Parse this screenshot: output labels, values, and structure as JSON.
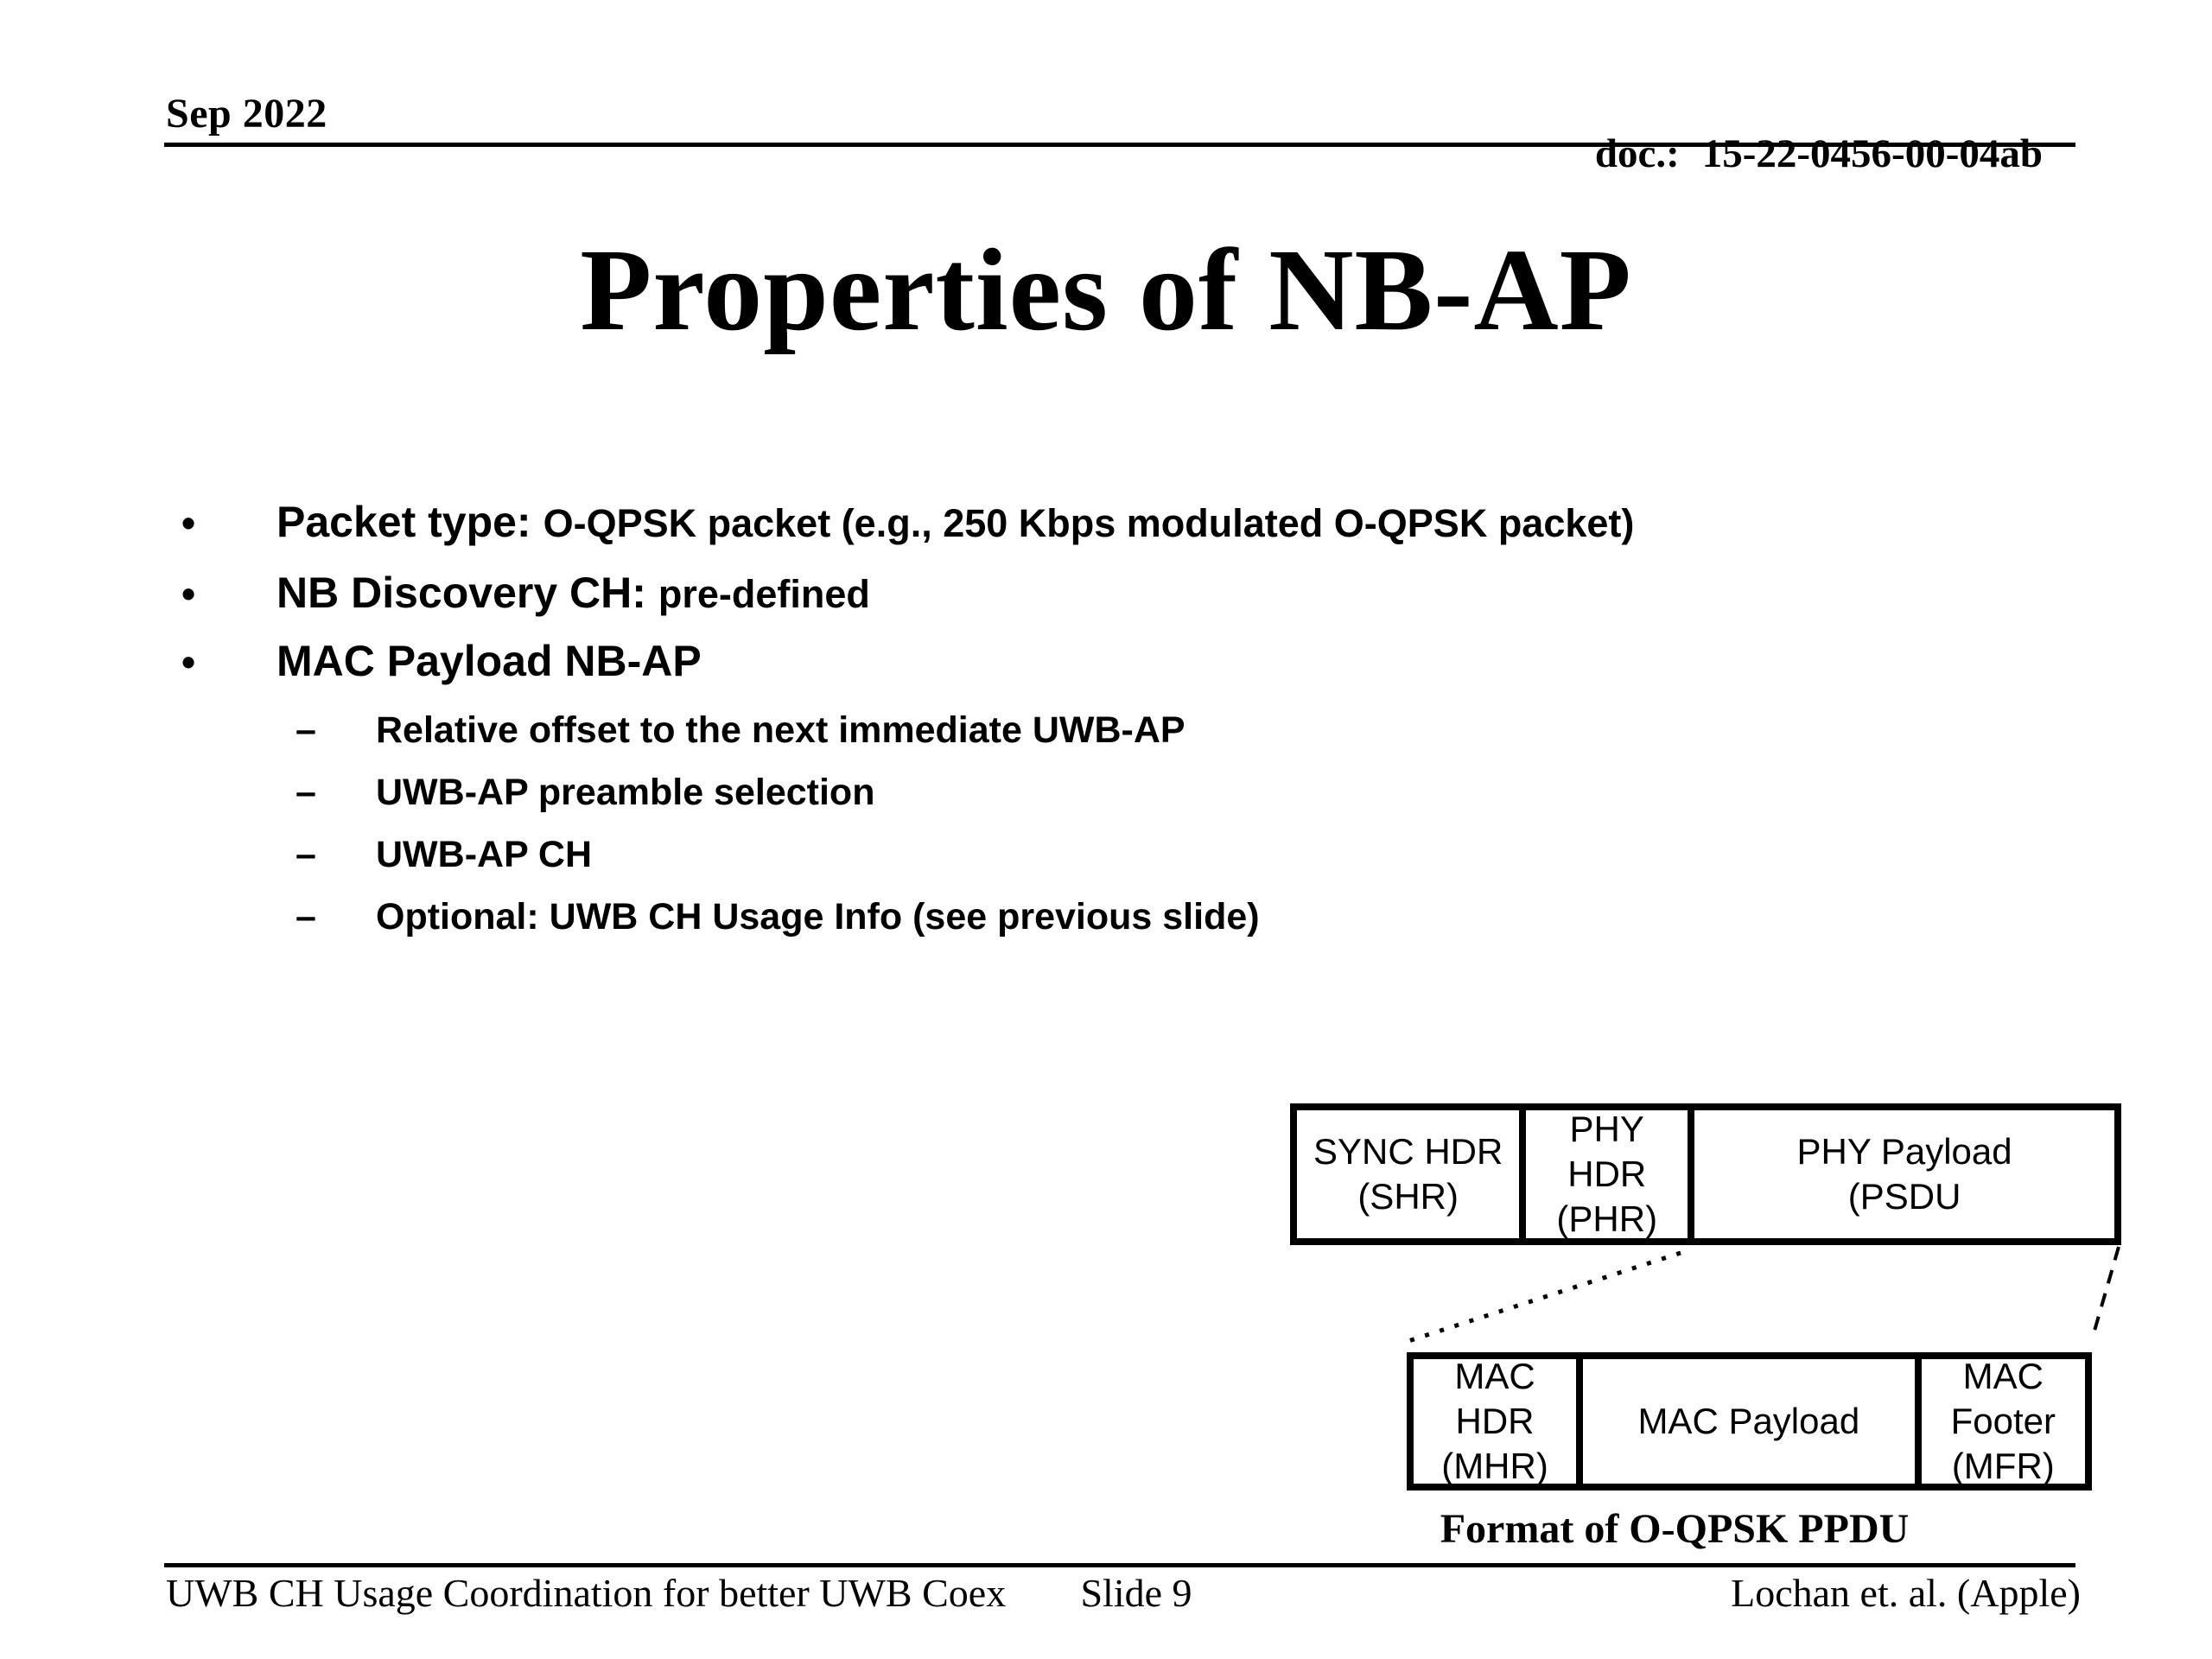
{
  "header": {
    "date": "Sep 2022",
    "doc_label": "doc.:",
    "doc_number": "15-22-0456-00-04ab"
  },
  "title": "Properties of NB-AP",
  "list": {
    "bullet_marker": "•",
    "dash_marker": "–",
    "items": [
      {
        "lead": "Packet type:",
        "rest": "O-QPSK packet (e.g., 250 Kbps modulated O-QPSK packet)"
      },
      {
        "lead": "NB Discovery CH:",
        "rest": "pre-defined"
      },
      {
        "lead": "MAC Payload NB-AP",
        "rest": ""
      }
    ],
    "sub_items": [
      "Relative offset to the next immediate UWB-AP",
      "UWB-AP preamble selection",
      "UWB-AP CH",
      "Optional: UWB CH Usage Info (see previous slide)"
    ]
  },
  "diagram": {
    "phy_row": [
      {
        "line1": "SYNC HDR",
        "line2": "(SHR)"
      },
      {
        "line1": "PHY HDR",
        "line2": "(PHR)"
      },
      {
        "line1": "PHY Payload",
        "line2": "(PSDU"
      }
    ],
    "mac_row": [
      {
        "line1": "MAC HDR",
        "line2": "(MHR)"
      },
      {
        "line1": "MAC Payload",
        "line2": ""
      },
      {
        "line1": "MAC Footer",
        "line2": "(MFR)"
      }
    ],
    "caption": "Format of O-QPSK PPDU"
  },
  "footer": {
    "left": "UWB CH Usage Coordination for better UWB Coex",
    "center": "Slide 9",
    "right": "Lochan et. al. (Apple)"
  },
  "colors": {
    "ink": "#000000",
    "paper": "#ffffff"
  }
}
